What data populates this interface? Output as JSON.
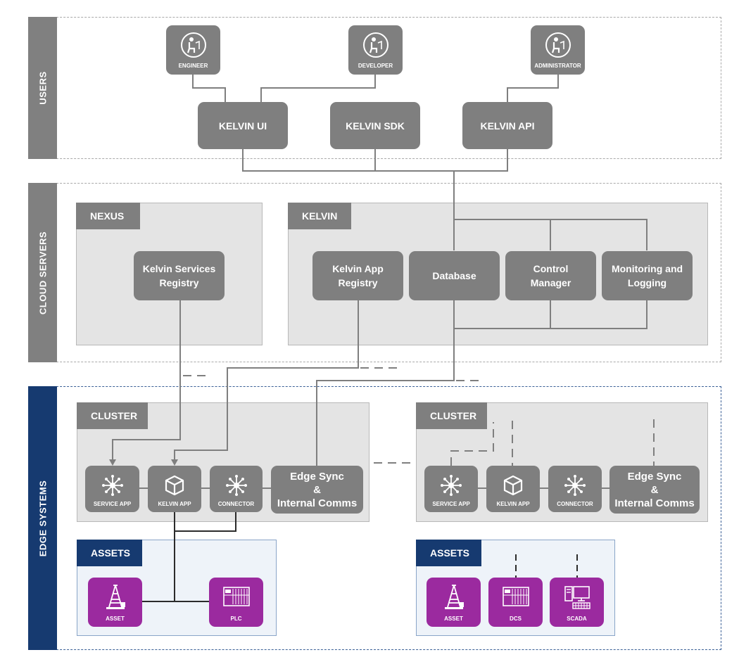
{
  "bands": {
    "users": "USERS",
    "cloud": "CLOUD SERVERS",
    "edge": "EDGE SYSTEMS"
  },
  "users": {
    "engineer": "ENGINEER",
    "developer": "DEVELOPER",
    "administrator": "ADMINISTRATOR"
  },
  "interfaces": {
    "ui": "KELVIN UI",
    "sdk": "KELVIN SDK",
    "api": "KELVIN API"
  },
  "nexus": {
    "title": "NEXUS",
    "registry": "Kelvin Services Registry"
  },
  "kelvin": {
    "title": "KELVIN",
    "app_registry": "Kelvin App Registry",
    "database": "Database",
    "control_manager": "Control Manager",
    "monitoring": "Monitoring and Logging"
  },
  "cluster_left": {
    "title": "CLUSTER",
    "service_app": "SERVICE APP",
    "kelvin_app": "KELVIN APP",
    "connector": "CONNECTOR",
    "edge_sync_1": "Edge Sync",
    "edge_sync_2": "&",
    "edge_sync_3": "Internal Comms"
  },
  "cluster_right": {
    "title": "CLUSTER",
    "service_app": "SERVICE APP",
    "kelvin_app": "KELVIN APP",
    "connector": "CONNECTOR",
    "edge_sync_1": "Edge Sync",
    "edge_sync_2": "&",
    "edge_sync_3": "Internal Comms"
  },
  "assets_left": {
    "title": "ASSETS",
    "asset": "ASSET",
    "plc": "PLC"
  },
  "assets_right": {
    "title": "ASSETS",
    "asset": "ASSET",
    "dcs": "DCS",
    "scada": "SCADA"
  },
  "colors": {
    "node_gray": "#7f7f7f",
    "panel_gray": "#e4e4e4",
    "edge_blue": "#163a70",
    "asset_purple": "#9b2a9f",
    "wire_dark": "#2b2b2b"
  },
  "icons": {
    "user": "user-seated-icon",
    "service_app": "network-hub-icon",
    "kelvin_app": "cube-icon",
    "connector": "network-hub-icon",
    "asset": "oil-rig-icon",
    "plc": "plc-rack-icon",
    "dcs": "plc-rack-icon",
    "scada": "computer-terminal-icon"
  }
}
